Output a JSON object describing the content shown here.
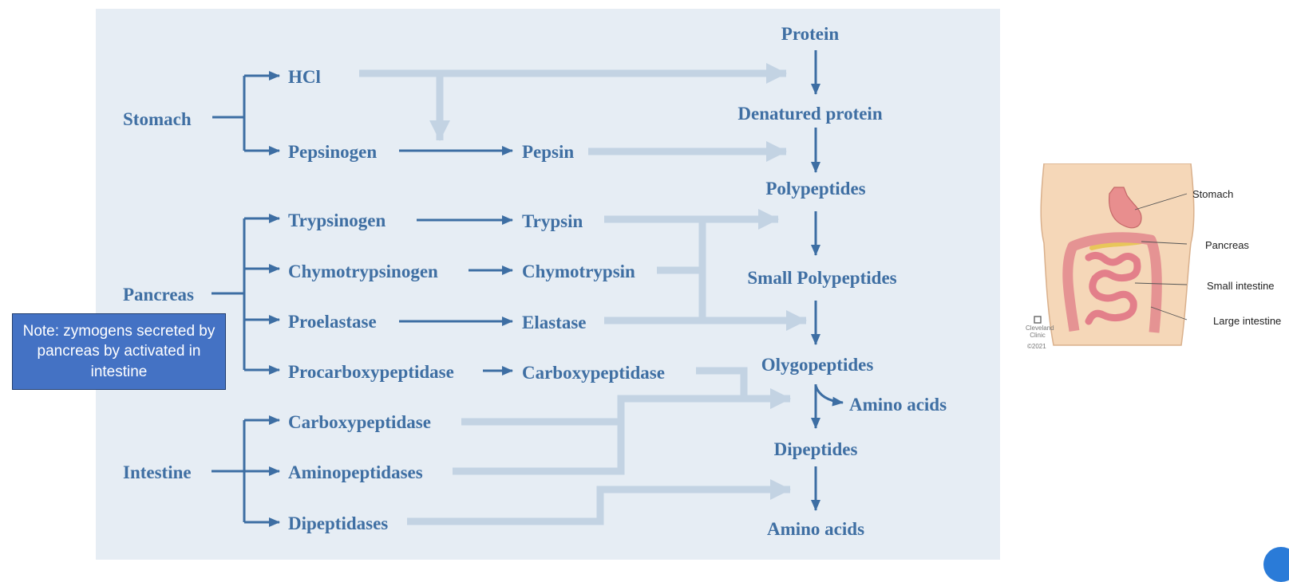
{
  "organs": {
    "stomach": "Stomach",
    "pancreas": "Pancreas",
    "intestine": "Intestine"
  },
  "zymogens": {
    "hcl": "HCl",
    "pepsinogen": "Pepsinogen",
    "trypsinogen": "Trypsinogen",
    "chymotrypsinogen": "Chymotrypsinogen",
    "proelastase": "Proelastase",
    "procarboxypeptidase": "Procarboxypeptidase"
  },
  "enzymes": {
    "pepsin": "Pepsin",
    "trypsin": "Trypsin",
    "chymotrypsin": "Chymotrypsin",
    "elastase": "Elastase",
    "carboxypeptidase": "Carboxypeptidase",
    "intestinal_carboxypeptidase": "Carboxypeptidase",
    "aminopeptidases": "Aminopeptidases",
    "dipeptidases": "Dipeptidases"
  },
  "products": {
    "protein": "Protein",
    "denatured_protein": "Denatured protein",
    "polypeptides": "Polypeptides",
    "small_polypeptides": "Small Polypeptides",
    "olygopeptides": "Olygopeptides",
    "amino_acids_side": "Amino acids",
    "dipeptides": "Dipeptides",
    "amino_acids": "Amino acids"
  },
  "note": "Note: zymogens secreted by pancreas by activated in intestine",
  "illustration": {
    "labels": {
      "stomach": "Stomach",
      "pancreas": "Pancreas",
      "small_intestine": "Small intestine",
      "large_intestine": "Large intestine"
    },
    "logo_text": "Cleveland Clinic",
    "copyright": "©2021"
  },
  "colors": {
    "label": "#3f6fa3",
    "arrow_dark": "#3d6ea3",
    "arrow_light": "#c3d3e3",
    "panel": "#e6edf4",
    "note_bg": "#4472c4"
  }
}
